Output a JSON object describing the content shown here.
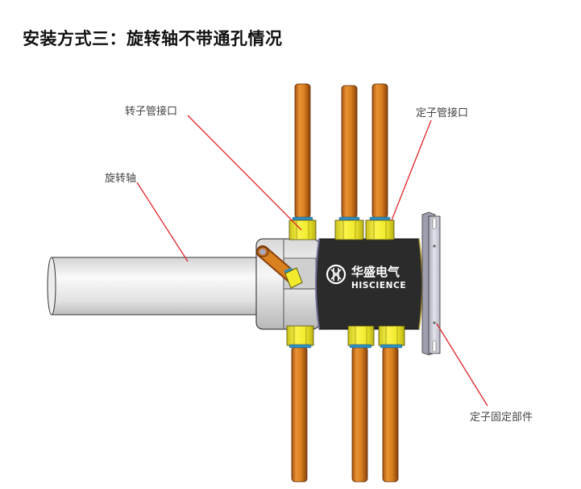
{
  "title": "安装方式三：旋转轴不带通孔情况",
  "labels": {
    "rotor_port": "转子管接口",
    "shaft": "旋转轴",
    "stator_port": "定子管接口",
    "stator_fixture": "定子固定部件"
  },
  "brand": {
    "name_cn": "华盛电气",
    "name_en": "HISCIENCE"
  },
  "colors": {
    "pipe": "#d9801f",
    "fitting": "#f2ea2c",
    "seal_ring": "#2f8fc0",
    "body": "#2b2b2b",
    "shaft": "#e6e6e6",
    "leader_line": "#e0262a",
    "bracket": "#c9c9d6"
  }
}
